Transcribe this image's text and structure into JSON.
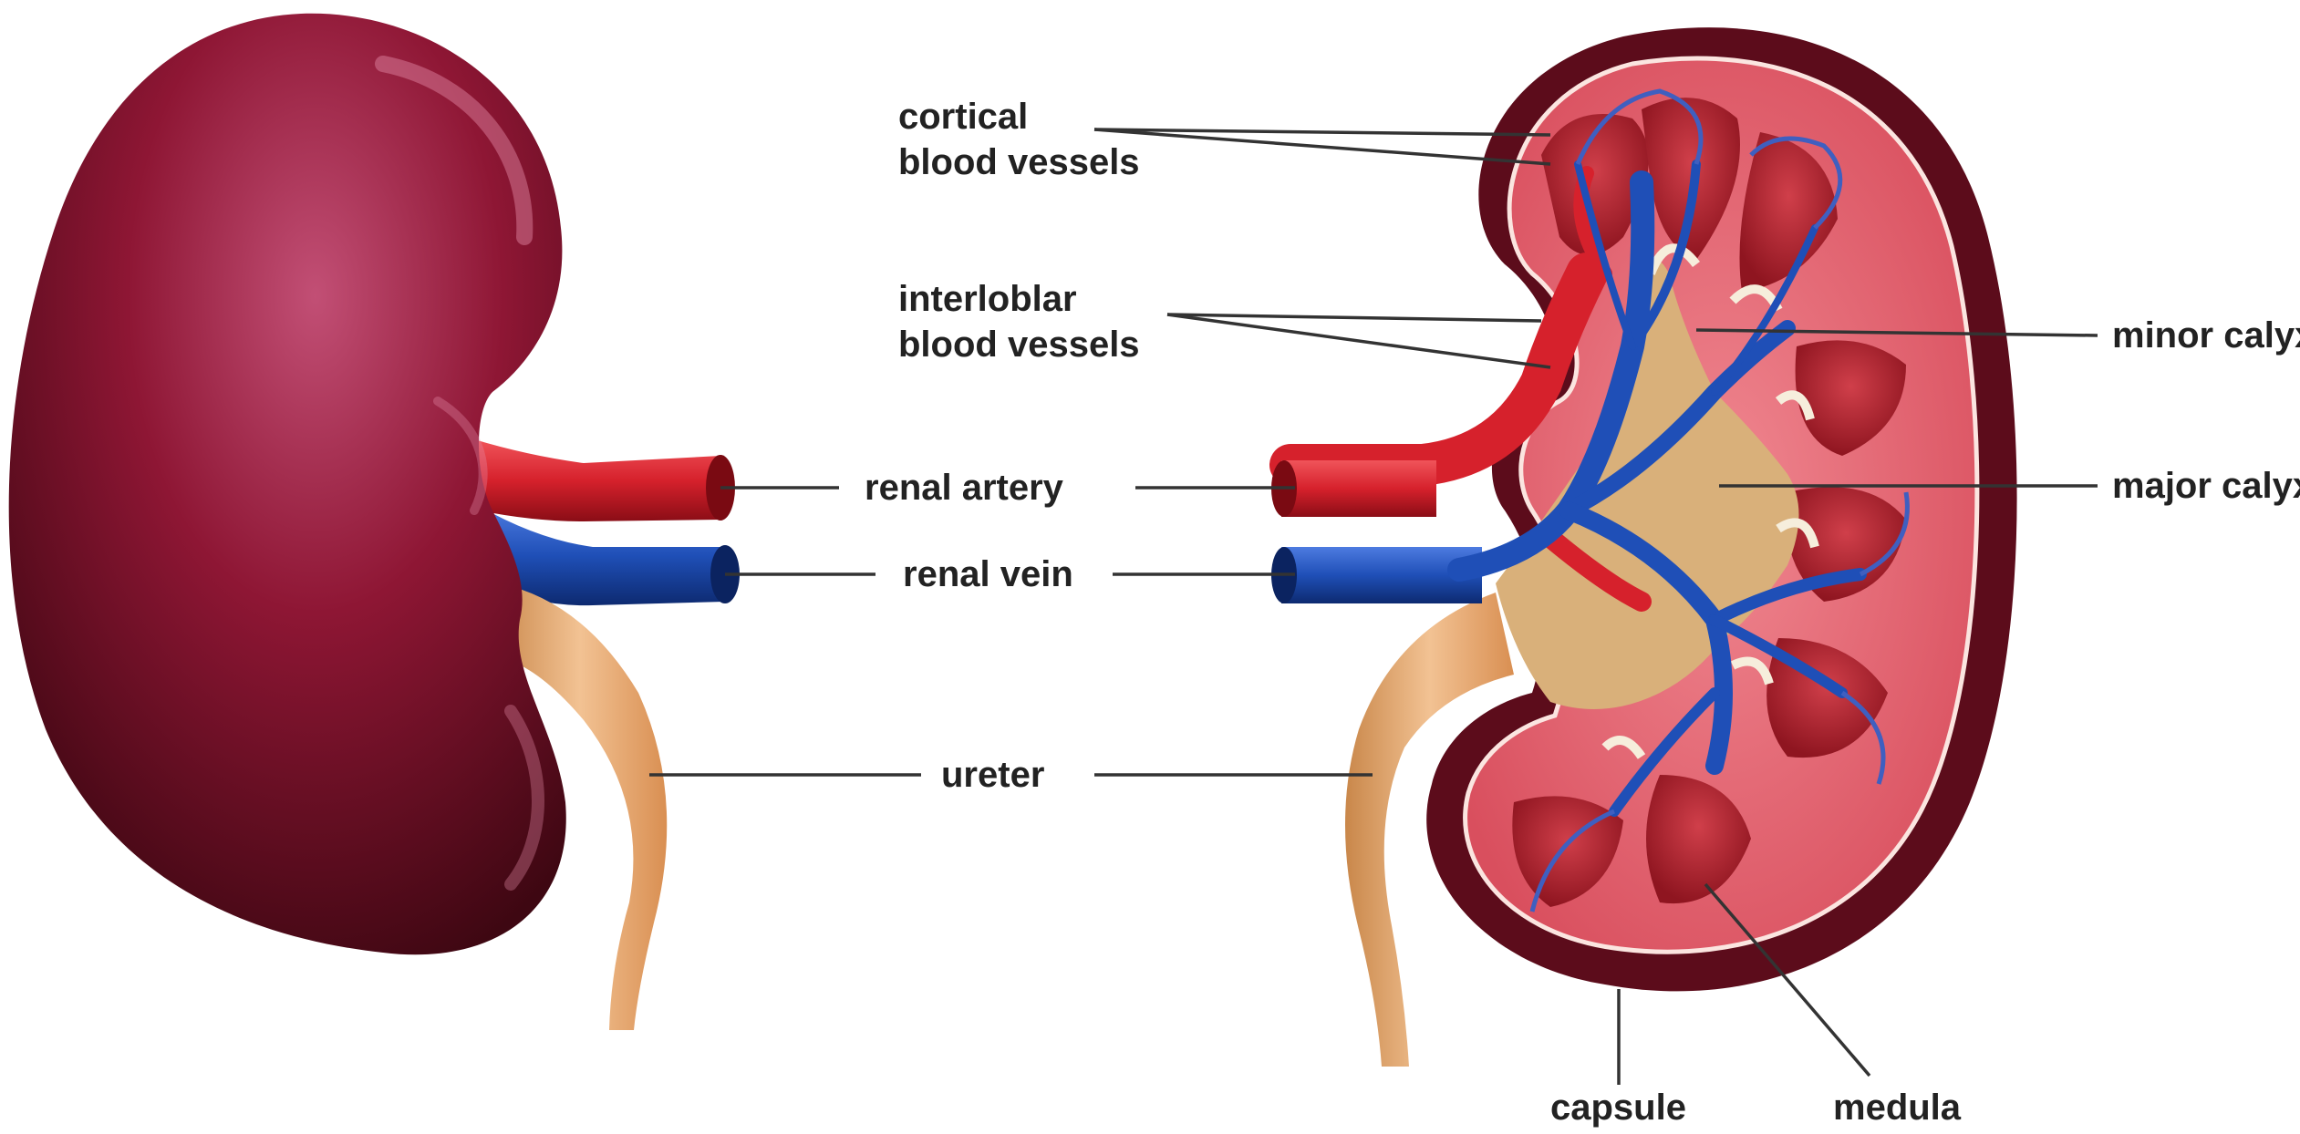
{
  "colors": {
    "kidney_outer": "#8e1634",
    "kidney_outer_dark": "#3e0712",
    "kidney_outer_light": "#c24f75",
    "cortex": "#e2636f",
    "capsule": "#5c0c1b",
    "pyramid": "#b0232e",
    "artery": "#d6212c",
    "vein": "#1f4fb7",
    "calyx": "#d9b07a",
    "ureter": "#e6a56c",
    "label_text": "#222222",
    "leader_line": "#333333"
  },
  "labels": {
    "cortical_vessels": [
      "cortical",
      "blood vessels"
    ],
    "interlobular_vessels": [
      "interloblar",
      "blood vessels"
    ],
    "renal_artery": "renal artery",
    "renal_vein": "renal vein",
    "ureter": "ureter",
    "minor_calyx": "minor calyx",
    "major_calyx": "major calyx",
    "capsule": "capsule",
    "medula": "medula"
  }
}
